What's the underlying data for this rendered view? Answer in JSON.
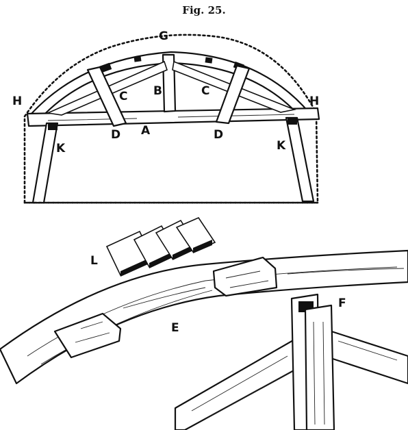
{
  "figure": {
    "title": "Fig. 25."
  },
  "labels": {
    "A": "A",
    "B": "B",
    "C_left": "C",
    "C_right": "C",
    "D_left": "D",
    "D_right": "D",
    "E": "E",
    "F": "F",
    "G": "G",
    "H_left": "H",
    "H_right": "H",
    "K_left": "K",
    "K_right": "K",
    "L": "L"
  },
  "colors": {
    "ink": "#111111",
    "paper": "#ffffff"
  }
}
